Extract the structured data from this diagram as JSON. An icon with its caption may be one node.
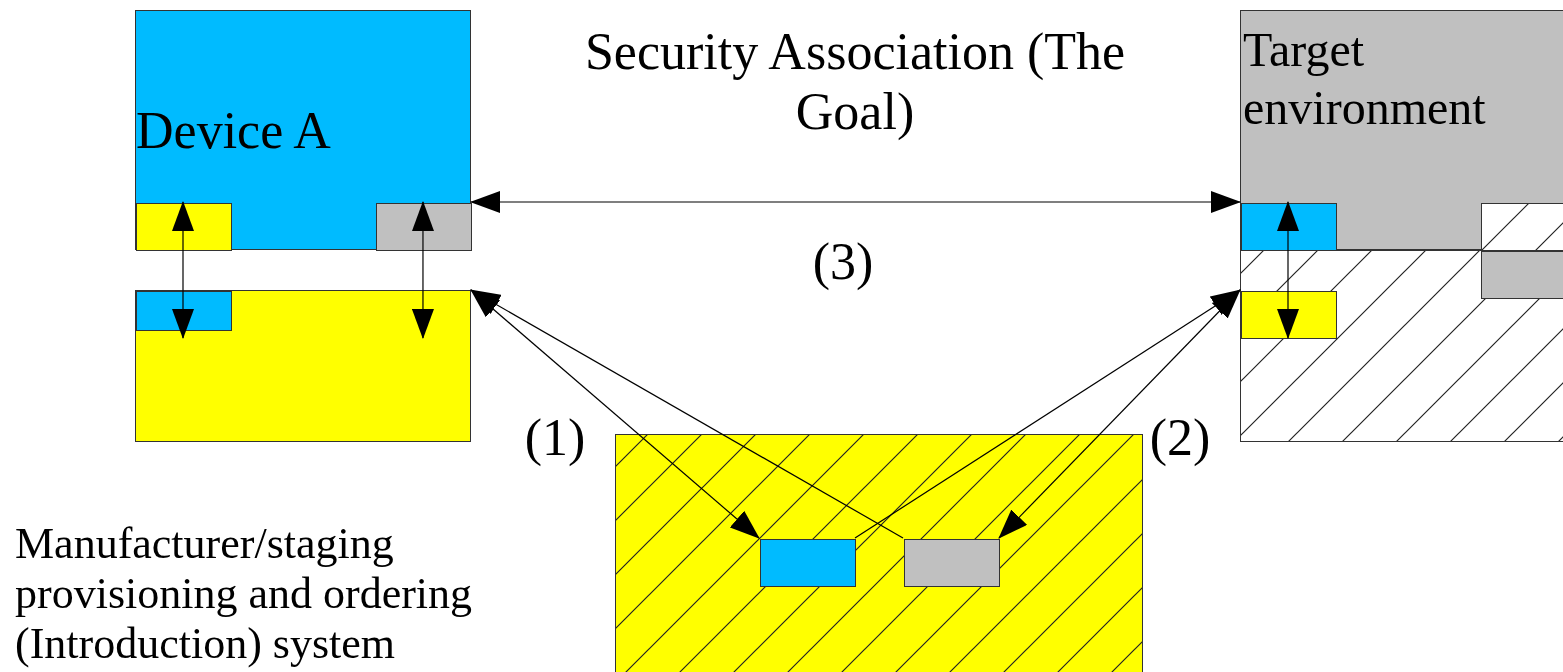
{
  "diagram": {
    "nodes": [
      {
        "text": [
          "Device A"
        ]
      },
      {
        "text": [],
        "shape": "box",
        "in": 0
      },
      {
        "text": [],
        "shape": "box",
        "in": 0
      },
      {
        "text": [],
        "shape": "box"
      },
      {
        "text": [],
        "shape": "box",
        "in": 3
      },
      {
        "text": [
          "Target environment"
        ]
      },
      {
        "text": [],
        "shape": "box",
        "in": 5
      },
      {
        "text": [],
        "shape": "box",
        "in": 5
      },
      {
        "text": [],
        "shape": "box"
      },
      {
        "text": [],
        "shape": "box",
        "in": 8
      },
      {
        "text": [],
        "shape": "box",
        "in": 8
      },
      {
        "text": [
          "Manufacturer/staging provisioning and ordering (Introduction) system"
        ]
      },
      {
        "text": [],
        "shape": "box",
        "in": 11
      },
      {
        "text": [],
        "shape": "box",
        "in": 11
      }
    ],
    "edges": [
      {
        "from": 1,
        "to": 4,
        "arrow": "both"
      },
      {
        "from": 2,
        "to": 3,
        "arrow": "both"
      },
      {
        "from": 0,
        "to": 5,
        "arrow": "both",
        "label": "(3)"
      },
      {
        "from": 6,
        "to": 9,
        "arrow": "both"
      },
      {
        "from": 12,
        "to": 3,
        "arrow": "both"
      },
      {
        "from": 13,
        "to": 3,
        "arrow": "to"
      },
      {
        "from": 12,
        "to": 9,
        "arrow": "to"
      },
      {
        "from": 13,
        "to": 9,
        "arrow": "both"
      }
    ],
    "labels": [
      "Security Association (The Goal)",
      "(1)",
      "(2)"
    ]
  }
}
